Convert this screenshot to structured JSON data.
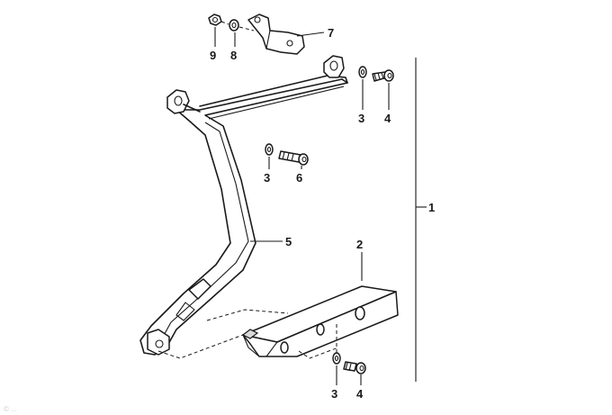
{
  "callouts": {
    "c1": "1",
    "c2": "2",
    "c3_upper": "3",
    "c4_upper": "4",
    "c3_middle": "3",
    "c6": "6",
    "c5": "5",
    "c7": "7",
    "c8": "8",
    "c9": "9",
    "c3_lower": "3",
    "c4_lower": "4"
  },
  "watermark": "© ..."
}
